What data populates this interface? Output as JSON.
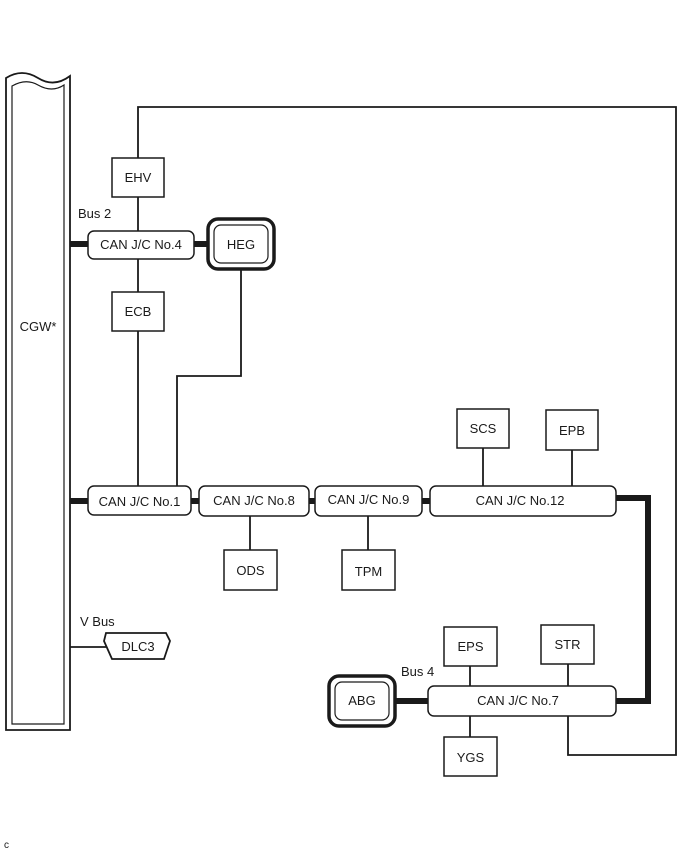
{
  "diagram": {
    "gateway": "CGW*",
    "bus_labels": {
      "bus2": "Bus 2",
      "vbus": "V Bus",
      "bus4": "Bus 4"
    },
    "junctions": {
      "jc4": "CAN J/C No.4",
      "jc1": "CAN J/C No.1",
      "jc8": "CAN J/C No.8",
      "jc9": "CAN J/C No.9",
      "jc12": "CAN J/C No.12",
      "jc7": "CAN J/C No.7"
    },
    "ecus": {
      "ehv": "EHV",
      "heg": "HEG",
      "ecb": "ECB",
      "scs": "SCS",
      "epb": "EPB",
      "ods": "ODS",
      "tpm": "TPM",
      "dlc3": "DLC3",
      "eps": "EPS",
      "str": "STR",
      "abg": "ABG",
      "ygs": "YGS"
    },
    "corner_mark": "c"
  }
}
